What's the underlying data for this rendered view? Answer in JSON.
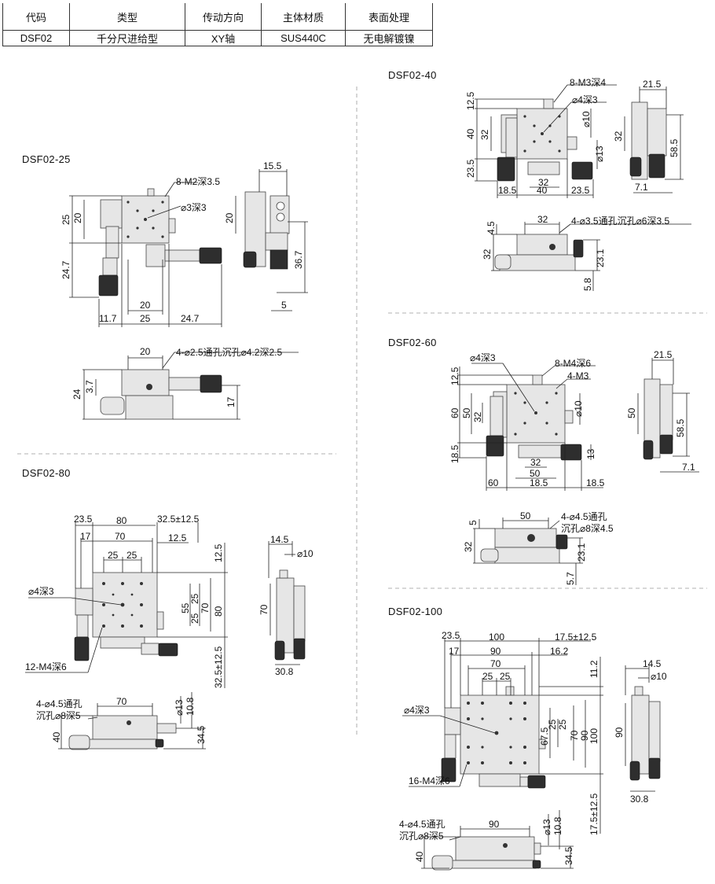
{
  "spec_table": {
    "headers": [
      "代码",
      "类型",
      "传动方向",
      "主体材质",
      "表面处理"
    ],
    "row": [
      "DSF02",
      "千分尺进给型",
      "XY轴",
      "SUS440C",
      "无电解镀镍"
    ]
  },
  "sections": {
    "dsf02_25": {
      "label": "DSF02-25",
      "note_holes": "8-M2深3.5",
      "note_center": "⌀3深3",
      "note_mount": "4-⌀2.5通孔沉孔⌀4.2深2.5",
      "dims": [
        "25",
        "20",
        "24.7",
        "20",
        "11.7",
        "25",
        "24.7",
        "15.5",
        "20",
        "36.7",
        "5",
        "20",
        "24",
        "3.7",
        "17"
      ]
    },
    "dsf02_40": {
      "label": "DSF02-40",
      "note_holes": "8-M3深4",
      "note_center": "⌀4深3",
      "note_mount": "4-⌀3.5通孔沉孔⌀6深3.5",
      "dims": [
        "12.5",
        "40",
        "32",
        "23.5",
        "⌀10",
        "⌀13",
        "32",
        "18.5",
        "40",
        "23.5",
        "21.5",
        "32",
        "58.5",
        "7.1",
        "32",
        "4.5",
        "32",
        "23.1",
        "5.8"
      ]
    },
    "dsf02_60": {
      "label": "DSF02-60",
      "note_center": "⌀4深3",
      "note_holes": "8-M4深6",
      "note_holes2": "4-M3",
      "note_mount_a": "4-⌀4.5通孔",
      "note_mount_b": "沉孔⌀8深4.5",
      "dims": [
        "12.5",
        "60",
        "50",
        "32",
        "18.5",
        "⌀10",
        "13",
        "32",
        "50",
        "60",
        "18.5",
        "18.5",
        "21.5",
        "50",
        "58.5",
        "7.1",
        "50",
        "5",
        "32",
        "23.1",
        "5.7"
      ]
    },
    "dsf02_80": {
      "label": "DSF02-80",
      "note_center": "⌀4深3",
      "note_holes": "12-M4深6",
      "note_mount_a": "4-⌀4.5通孔",
      "note_mount_b": "沉孔⌀8深5",
      "dims": [
        "23.5",
        "80",
        "32.5±12.5",
        "17",
        "70",
        "12.5",
        "25",
        "25",
        "12.5",
        "55",
        "25",
        "25",
        "70",
        "80",
        "32.5±12.5",
        "14.5",
        "⌀10",
        "70",
        "30.8",
        "70",
        "⌀13",
        "10.8",
        "40",
        "34.5"
      ]
    },
    "dsf02_100": {
      "label": "DSF02-100",
      "note_center": "⌀4深3",
      "note_holes": "16-M4深6",
      "note_mount_a": "4-⌀4.5通孔",
      "note_mount_b": "沉孔⌀8深5",
      "dims": [
        "23.5",
        "100",
        "17.5±12.5",
        "17",
        "90",
        "16.2",
        "70",
        "25",
        "25",
        "11.2",
        "67.5",
        "25",
        "25",
        "70",
        "90",
        "100",
        "17.5±12.5",
        "14.5",
        "⌀10",
        "90",
        "30.8",
        "90",
        "⌀13",
        "10.8",
        "40",
        "34.5"
      ]
    }
  }
}
